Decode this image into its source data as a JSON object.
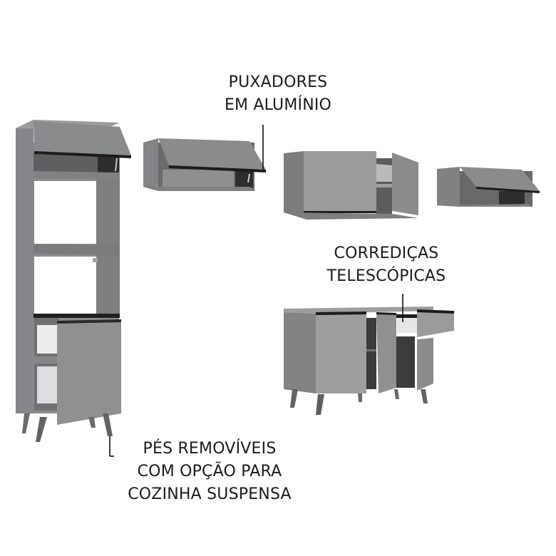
{
  "image": {
    "description": "Product feature illustration of a gray modular kitchen set with callout labels",
    "background": "#ffffff",
    "cabinet_color": "#8a8b8d",
    "cabinet_side_color": "#7b7c7e",
    "cabinet_interior_color": "#5f6062",
    "handle_color": "#1c1c1c"
  },
  "callouts": {
    "handles": {
      "lines": [
        "PUXADORES",
        "EM ALUMÍNIO"
      ]
    },
    "slides": {
      "lines": [
        "CORREDIÇAS",
        "TELESCÓPICAS"
      ]
    },
    "feet": {
      "lines": [
        "PÉS REMOVÍVEIS",
        "COM OPÇÃO PARA",
        "COZINHA SUSPENSA"
      ]
    }
  },
  "modules": [
    {
      "name": "tall-oven-tower",
      "doors": "top flap open, bottom door open"
    },
    {
      "name": "wall-cabinet-flap-1",
      "doors": "flap open"
    },
    {
      "name": "wall-cabinet-2-door",
      "doors": "right door open"
    },
    {
      "name": "wall-cabinet-flap-2",
      "doors": "flap open"
    },
    {
      "name": "base-cabinet-drawer",
      "doors": "doors open, drawer open"
    }
  ]
}
